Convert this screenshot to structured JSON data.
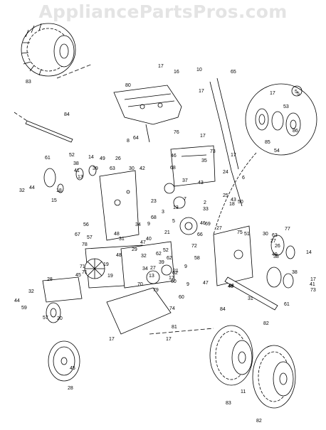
{
  "watermark": "AppliancePartsPros.com",
  "diagram": {
    "callout_badge": "5",
    "part_numbers": [
      "83",
      "84",
      "17",
      "16",
      "10",
      "65",
      "80",
      "17",
      "17",
      "5",
      "53",
      "85",
      "86",
      "54",
      "64",
      "76",
      "8",
      "17",
      "73",
      "17",
      "46",
      "35",
      "24",
      "6",
      "61",
      "52",
      "38",
      "14",
      "49",
      "26",
      "39",
      "63",
      "13",
      "30",
      "42",
      "44",
      "32",
      "18",
      "15",
      "68",
      "37",
      "43",
      "2",
      "33",
      "7",
      "25",
      "41",
      "50",
      "18",
      "43",
      "23",
      "3",
      "5",
      "46",
      "13",
      "68",
      "56",
      "57",
      "67",
      "48",
      "31",
      "34",
      "9",
      "21",
      "47",
      "69",
      "27",
      "51",
      "77",
      "40",
      "29",
      "52",
      "72",
      "58",
      "62",
      "39",
      "63",
      "27",
      "26",
      "78",
      "48",
      "62",
      "14",
      "66",
      "19",
      "75",
      "30",
      "49",
      "71",
      "21",
      "12",
      "45",
      "70",
      "28",
      "79",
      "60",
      "13",
      "27",
      "34",
      "9",
      "62",
      "47",
      "48",
      "9",
      "60",
      "61",
      "32",
      "38",
      "19",
      "71",
      "38",
      "74",
      "81",
      "82",
      "11",
      "32",
      "44",
      "59",
      "57",
      "20",
      "45",
      "83",
      "82",
      "28",
      "17",
      "17",
      "48",
      "84",
      "31",
      "17",
      "41",
      "73",
      "44"
    ]
  }
}
